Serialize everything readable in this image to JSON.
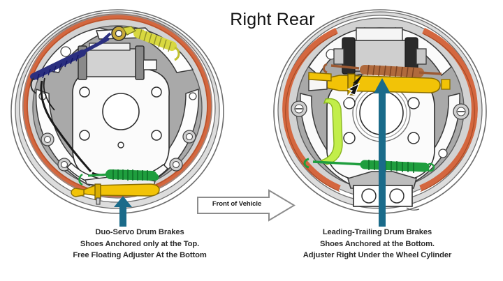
{
  "page": {
    "title": "Right Rear",
    "background_color": "#ffffff"
  },
  "center_arrow": {
    "label": "Front of Vehicle",
    "direction": "right",
    "fill": "#ffffff",
    "stroke": "#808080"
  },
  "diagrams": [
    {
      "id": "duo-servo",
      "side": "left",
      "caption_line1": "Duo-Servo Drum Brakes",
      "caption_line2": "Shoes Anchored only at the Top.",
      "caption_line3": "Free Floating Adjuster At the Bottom",
      "pointer_arrow": {
        "direction": "up",
        "color": "#1a6b8a",
        "points_at": "bottom free-floating adjuster"
      },
      "parts": [
        {
          "name": "backing-plate",
          "color": "#a8a8a8"
        },
        {
          "name": "brake-drum-ring",
          "color": "#d9d9d9"
        },
        {
          "name": "brake-shoe-lining",
          "color": "#d4673f"
        },
        {
          "name": "wheel-cylinder",
          "color": "#cfcfcf"
        },
        {
          "name": "upper-return-spring-blue",
          "color": "#2b2f80"
        },
        {
          "name": "upper-return-spring-yellow",
          "color": "#d8d840"
        },
        {
          "name": "parking-brake-cable",
          "color": "#1a1a1a"
        },
        {
          "name": "lower-return-spring-green",
          "color": "#1f9e3e"
        },
        {
          "name": "star-wheel-adjuster-yellow",
          "color": "#f2c307"
        },
        {
          "name": "anchor-pin",
          "color": "#c8a93a"
        }
      ]
    },
    {
      "id": "leading-trailing",
      "side": "right",
      "caption_line1": "Leading-Trailing Drum Brakes",
      "caption_line2": "Shoes Anchored at the Bottom.",
      "caption_line3": "Adjuster Right Under the Wheel Cylinder",
      "pointer_arrow": {
        "direction": "up",
        "color": "#1a6b8a",
        "points_at": "adjuster under the wheel cylinder"
      },
      "callout_arrow": {
        "direction": "down-left",
        "color": "#111111",
        "points_at": "adjuster latch"
      },
      "parts": [
        {
          "name": "backing-plate",
          "color": "#a8a8a8"
        },
        {
          "name": "brake-drum-ring",
          "color": "#d9d9d9"
        },
        {
          "name": "brake-shoe-lining",
          "color": "#d4673f"
        },
        {
          "name": "wheel-cylinder",
          "color": "#cfcfcf"
        },
        {
          "name": "adjuster-strut-yellow",
          "color": "#f2c307"
        },
        {
          "name": "upper-return-spring-brown",
          "color": "#9c5a33"
        },
        {
          "name": "parking-brake-lever-lime",
          "color": "#c2ee4a"
        },
        {
          "name": "lower-return-spring-green",
          "color": "#1f9e3e"
        },
        {
          "name": "bottom-anchor-block",
          "color": "#ffffff"
        }
      ]
    }
  ]
}
